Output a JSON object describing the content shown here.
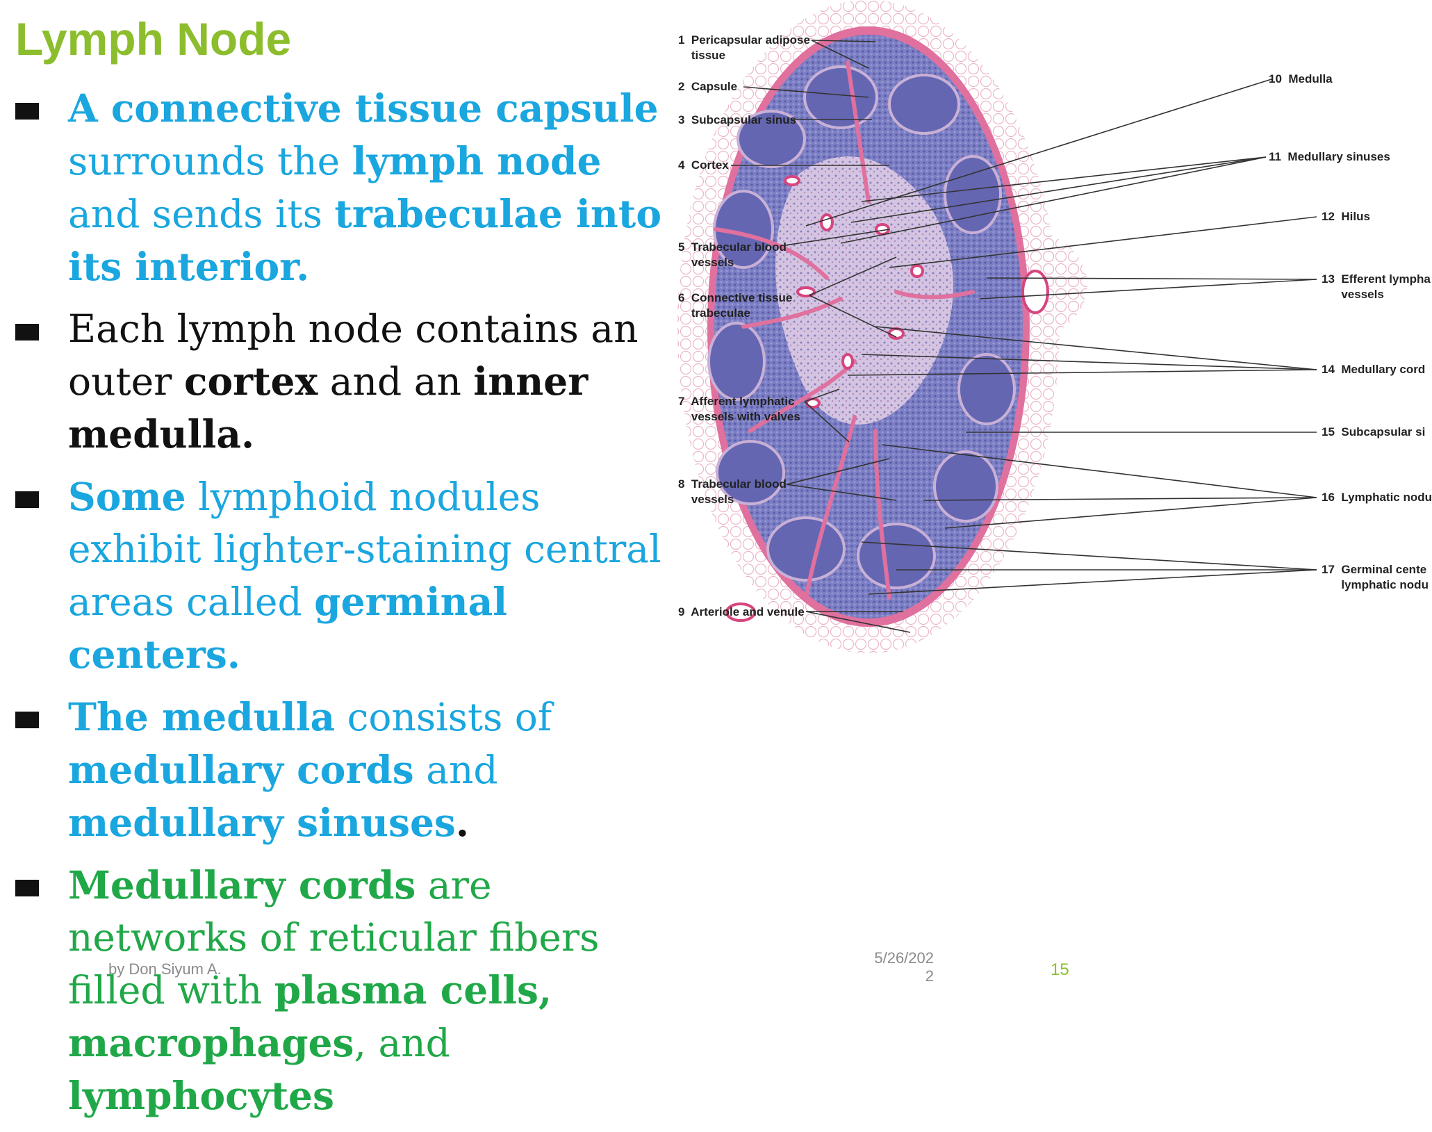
{
  "title": "Lymph Node",
  "bullets": [
    [
      {
        "t": "A connective tissue capsule",
        "s": "blue",
        "b": true
      },
      {
        "t": " surrounds the ",
        "s": "blue",
        "b": false
      },
      {
        "t": "lymph node",
        "s": "blue",
        "b": true
      },
      {
        "t": " and sends its ",
        "s": "blue",
        "b": false
      },
      {
        "t": "trabeculae into its interior.",
        "s": "blue",
        "b": true
      }
    ],
    [
      {
        "t": "Each lymph node contains an outer ",
        "s": "black",
        "b": false
      },
      {
        "t": "cortex",
        "s": "black",
        "b": true
      },
      {
        "t": " and an ",
        "s": "black",
        "b": false
      },
      {
        "t": "inner medulla.",
        "s": "black",
        "b": true
      }
    ],
    [
      {
        "t": "Some",
        "s": "blue",
        "b": true
      },
      {
        "t": " lymphoid nodules exhibit lighter-staining central areas called ",
        "s": "blue",
        "b": false
      },
      {
        "t": "germinal centers.",
        "s": "blue",
        "b": true
      }
    ],
    [
      {
        "t": "The medulla",
        "s": "blue",
        "b": true
      },
      {
        "t": " consists of ",
        "s": "blue",
        "b": false
      },
      {
        "t": "medullary cords",
        "s": "blue",
        "b": true
      },
      {
        "t": " and ",
        "s": "blue",
        "b": false
      },
      {
        "t": "medullary sinuses",
        "s": "blue",
        "b": true
      },
      {
        "t": ".",
        "s": "black",
        "b": true
      }
    ],
    [
      {
        "t": "Medullary cords",
        "s": "green",
        "b": true
      },
      {
        "t": " are networks of reticular fibers filled with ",
        "s": "green",
        "b": false
      },
      {
        "t": "plasma cells, macrophages",
        "s": "green",
        "b": true
      },
      {
        "t": ", and ",
        "s": "green",
        "b": false
      },
      {
        "t": "lymphocytes",
        "s": "green",
        "b": true
      }
    ]
  ],
  "figure_labels": {
    "l1": "1  Pericapsular adipose\n    tissue",
    "l2": "2  Capsule",
    "l3": "3  Subcapsular sinus",
    "l4": "4  Cortex",
    "l5": "5  Trabecular blood\n    vessels",
    "l6": "6  Connective tissue\n    trabeculae",
    "l7": "7  Afferent lymphatic\n    vessels with valves",
    "l8": "8  Trabecular blood\n    vessels",
    "l9": "9  Arteriole and venule",
    "l10": "10  Medulla",
    "l11": "11  Medullary sinuses",
    "l12": "12  Hilus",
    "l13": "13  Efferent lympha\n      vessels",
    "l14": "14  Medullary cord",
    "l15": "15  Subcapsular si",
    "l16": "16  Lymphatic nodu",
    "l17": "17  Germinal cente\n      lymphatic nodu"
  },
  "footer": {
    "author": "by Don Siyum A.",
    "date_line1": "5/26/202",
    "date_line2": "2",
    "page": "15"
  },
  "colors": {
    "title": "#8cbd2c",
    "blue_text": "#1aa6df",
    "green_text": "#20a848",
    "tissue_purple": "#6c6fb8",
    "capsule_pink": "#e0709e"
  }
}
